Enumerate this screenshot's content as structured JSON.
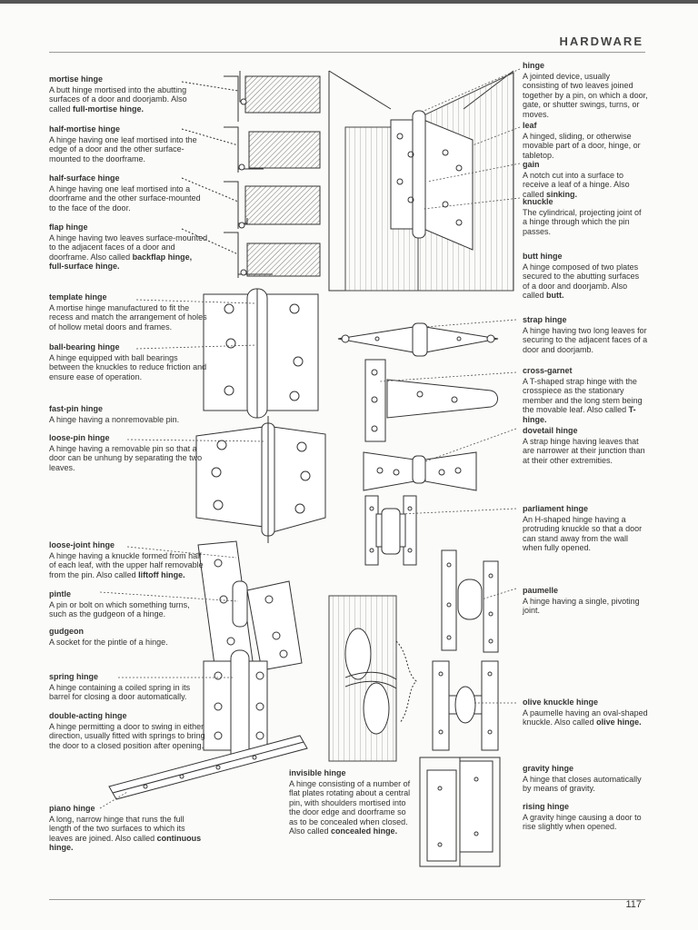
{
  "header": {
    "section_title": "HARDWARE"
  },
  "page_number": "117",
  "terms": {
    "hinge": {
      "term": "hinge",
      "def": "A jointed device, usually consisting of two leaves joined together by a pin, on which a door, gate, or shutter swings, turns, or moves."
    },
    "leaf": {
      "term": "leaf",
      "def": "A hinged, sliding, or otherwise movable part of a door, hinge, or tabletop."
    },
    "gain": {
      "term": "gain",
      "def": "A notch cut into a surface to receive a leaf of a hinge.",
      "also": "Also called",
      "alt": "sinking."
    },
    "knuckle": {
      "term": "knuckle",
      "def": "The cylindrical, projecting joint of a hinge through which the pin passes."
    },
    "butt_hinge": {
      "term": "butt hinge",
      "def": "A hinge composed of two plates secured to the abutting surfaces of a door and doorjamb.",
      "also": "Also called",
      "alt": "butt."
    },
    "mortise_hinge": {
      "term": "mortise hinge",
      "def": "A butt hinge mortised into the abutting surfaces of a door and doorjamb.",
      "also": "Also called",
      "alt": "full-mortise hinge."
    },
    "half_mortise_hinge": {
      "term": "half-mortise hinge",
      "def": "A hinge having one leaf mortised into the edge of a door and the other surface-mounted to the doorframe."
    },
    "half_surface_hinge": {
      "term": "half-surface hinge",
      "def": "A hinge having one leaf mortised into a doorframe and the other surface-mounted to the face of the door."
    },
    "flap_hinge": {
      "term": "flap hinge",
      "def": "A hinge having two leaves surface-mounted to the adjacent faces of a door and doorframe.",
      "also": "Also called",
      "alt": "backflap hinge, full-surface hinge."
    },
    "template_hinge": {
      "term": "template hinge",
      "def": "A mortise hinge manufactured to fit the recess and match the arrangement of holes of hollow metal doors and frames."
    },
    "ball_bearing_hinge": {
      "term": "ball-bearing hinge",
      "def": "A hinge equipped with ball bearings between the knuckles to reduce friction and ensure ease of operation."
    },
    "fast_pin_hinge": {
      "term": "fast-pin hinge",
      "def": "A hinge having a nonremovable pin."
    },
    "loose_pin_hinge": {
      "term": "loose-pin hinge",
      "def": "A hinge having a removable pin so that a door can be unhung by separating the two leaves."
    },
    "strap_hinge": {
      "term": "strap hinge",
      "def": "A hinge having two long leaves for securing to the adjacent faces of a door and doorjamb."
    },
    "cross_garnet": {
      "term": "cross-garnet",
      "def": "A T-shaped strap hinge with the crosspiece as the stationary member and the long stem being the movable leaf.",
      "also": "Also called",
      "alt": "T-hinge."
    },
    "dovetail_hinge": {
      "term": "dovetail hinge",
      "def": "A strap hinge having leaves that are narrower at their junction than at their other extremities."
    },
    "parliament_hinge": {
      "term": "parliament hinge",
      "def": "An H-shaped hinge having a protruding knuckle so that a door can stand away from the wall when fully opened."
    },
    "paumelle": {
      "term": "paumelle",
      "def": "A hinge having a single, pivoting joint."
    },
    "loose_joint_hinge": {
      "term": "loose-joint hinge",
      "def": "A hinge having a knuckle formed from half of each leaf, with the upper half removable from the pin.",
      "also": "Also called",
      "alt": "liftoff hinge."
    },
    "pintle": {
      "term": "pintle",
      "def": "A pin or bolt on which something turns, such as the gudgeon of a hinge."
    },
    "gudgeon": {
      "term": "gudgeon",
      "def": "A socket for the pintle of a hinge."
    },
    "spring_hinge": {
      "term": "spring hinge",
      "def": "A hinge containing a coiled spring in its barrel for closing a door automatically."
    },
    "double_acting_hinge": {
      "term": "double-acting hinge",
      "def": "A hinge permitting a door to swing in either direction, usually fitted with springs to bring the door to a closed position after opening."
    },
    "olive_knuckle_hinge": {
      "term": "olive knuckle hinge",
      "def": "A paumelle having an oval-shaped knuckle.",
      "also": "Also called",
      "alt": "olive hinge."
    },
    "invisible_hinge": {
      "term": "invisible hinge",
      "def": "A hinge consisting of a number of flat plates rotating about a central pin, with shoulders mortised into the door edge and doorframe so as to be concealed when closed.",
      "also": "Also called",
      "alt": "concealed hinge."
    },
    "gravity_hinge": {
      "term": "gravity hinge",
      "def": "A hinge that closes automatically by means of gravity."
    },
    "rising_hinge": {
      "term": "rising hinge",
      "def": "A gravity hinge causing a door to rise slightly when opened."
    },
    "piano_hinge": {
      "term": "piano hinge",
      "def": "A long, narrow hinge that runs the full length of the two surfaces to which its leaves are joined.",
      "also": "Also called",
      "alt": "continuous hinge."
    }
  }
}
